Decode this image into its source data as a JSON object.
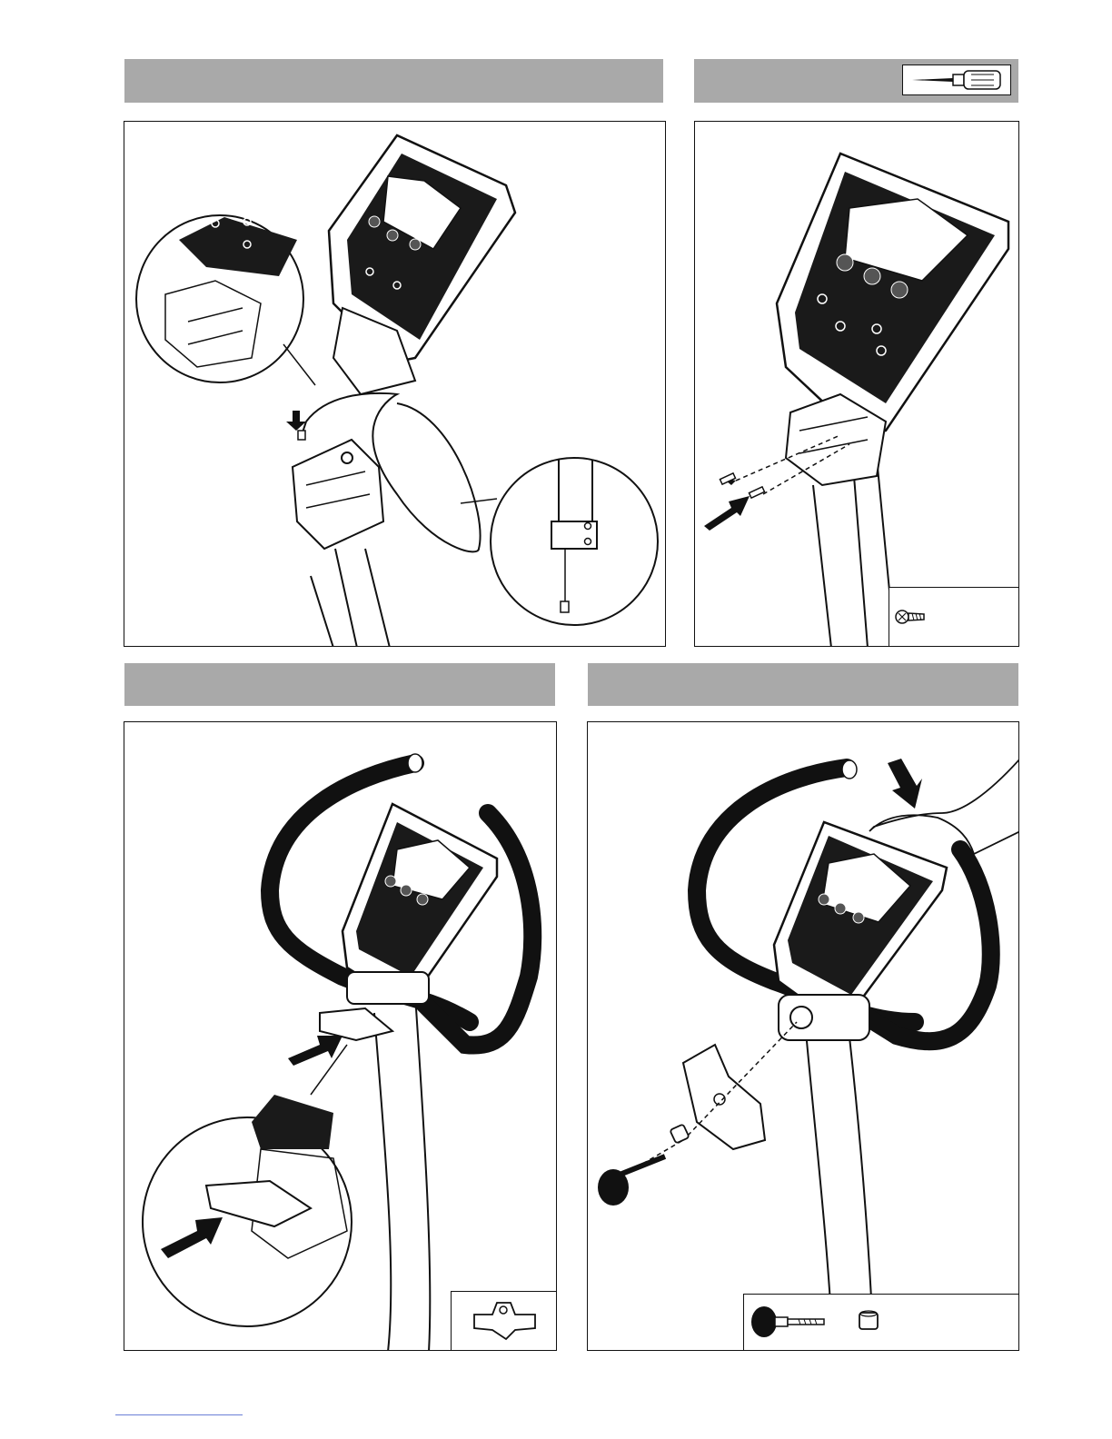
{
  "page": {
    "type": "assembly-instructions",
    "steps": [
      {
        "id": "step-connect-cable",
        "tools": [],
        "parts": []
      },
      {
        "id": "step-fix-console-screws",
        "tools": [
          "screwdriver-icon"
        ],
        "parts": [
          "screw-icon"
        ]
      },
      {
        "id": "step-attach-clamp",
        "tools": [],
        "parts": [
          "clamp-bracket-icon"
        ]
      },
      {
        "id": "step-mount-handlebar",
        "tools": [],
        "parts": [
          "knob-bolt-icon",
          "spacer-icon"
        ]
      }
    ],
    "colors": {
      "header_bar": "#a9a9a9",
      "line": "#111111",
      "console_dark": "#1a1a1a",
      "footer_line": "#6b7fd7"
    }
  }
}
